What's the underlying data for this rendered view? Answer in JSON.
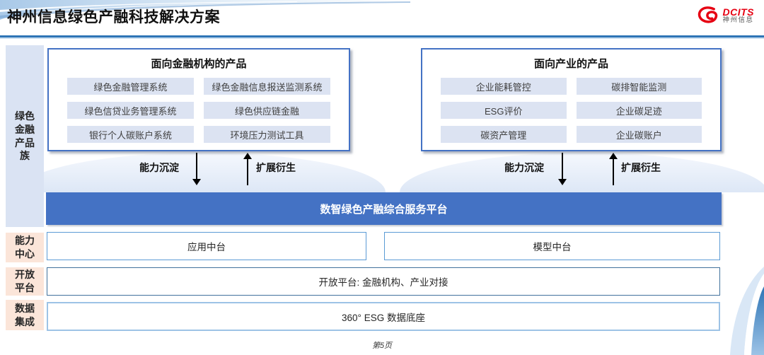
{
  "header": {
    "title": "神州信息绿色产融科技解决方案"
  },
  "logo": {
    "brand": "DCITS",
    "company": "神州信息"
  },
  "rails": {
    "product_family": "绿色金融产品族",
    "capability_center": "能力中心",
    "open_platform": "开放平台",
    "data_integration": "数据集成"
  },
  "finance_box": {
    "title": "面向金融机构的产品",
    "items": [
      "绿色金融管理系统",
      "绿色金融信息报送监测系统",
      "绿色信贷业务管理系统",
      "绿色供应链金融",
      "银行个人碳账户系统",
      "环境压力测试工具"
    ]
  },
  "industry_box": {
    "title": "面向产业的产品",
    "items": [
      "企业能耗管控",
      "碳排智能监测",
      "ESG评价",
      "企业碳足迹",
      "碳资产管理",
      "企业碳账户"
    ]
  },
  "flow": {
    "down_label": "能力沉淀",
    "up_label": "扩展衍生"
  },
  "platform_bar": {
    "label": "数智绿色产融综合服务平台"
  },
  "capability_row": {
    "items": [
      "应用中台",
      "模型中台"
    ]
  },
  "open_platform_row": {
    "label": "开放平台: 金融机构、产业对接"
  },
  "data_row": {
    "label": "360° ESG 数据底座"
  },
  "footer": {
    "page": "第5页"
  },
  "colors": {
    "accent_blue": "#4472C4",
    "divider_blue": "#2E75B6",
    "chip_blue": "#DCE3F2",
    "rail_blue": "#DAE3F3",
    "rail_peach": "#FBE5D9",
    "border_medium_blue": "#5B9BD5",
    "border_dark_blue": "#41719C",
    "border_light_blue": "#9DC3E6",
    "logo_red": "#E60012"
  }
}
